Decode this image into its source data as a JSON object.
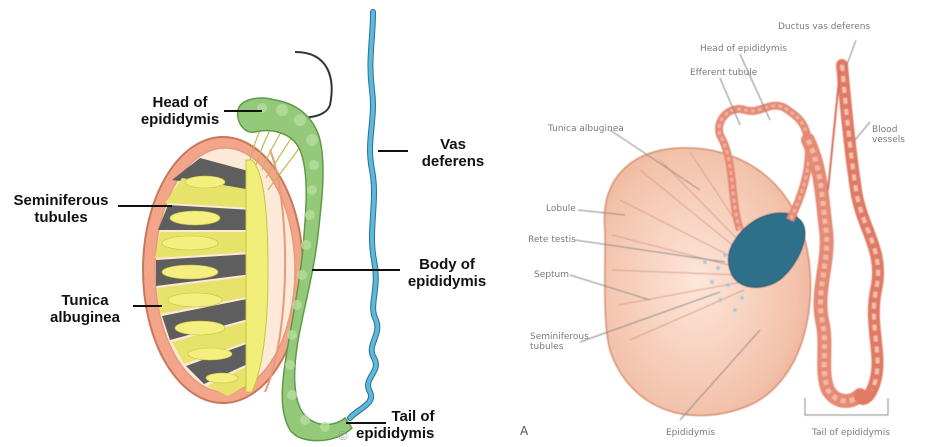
{
  "left_diagram": {
    "labels": {
      "head": "Head of\nepididymis",
      "seminiferous": "Seminiferous\ntubules",
      "tunica": "Tunica\nalbuginea",
      "vas": "Vas\ndeferens",
      "body": "Body of\nepididymis",
      "tail_line1": "Tail of",
      "tail_line2": "epididymis"
    },
    "watermark": "©",
    "colors": {
      "epididymis": "#8dc26f",
      "vas_deferens": "#3f9fc4",
      "tunica": "#f2a98c",
      "tubules": "#e9e46c",
      "septa": "#5c5c5c"
    }
  },
  "right_diagram": {
    "panel_letter": "A",
    "labels": {
      "ductus_deferens": "Ductus vas deferens",
      "head": "Head of epididymis",
      "efferent": "Efferent tubule",
      "tunica": "Tunica albuginea",
      "lobule": "Lobule",
      "rete": "Rete testis",
      "septum": "Septum",
      "seminiferous": "Seminiferous\ntubules",
      "vessels": "Blood\nvessels",
      "epididymis": "Epididymis",
      "tail": "Tail of epididymis"
    },
    "colors": {
      "testis": "#f0b59b",
      "epididymis": "#e58a74",
      "rete": "#2f6f8a"
    }
  }
}
